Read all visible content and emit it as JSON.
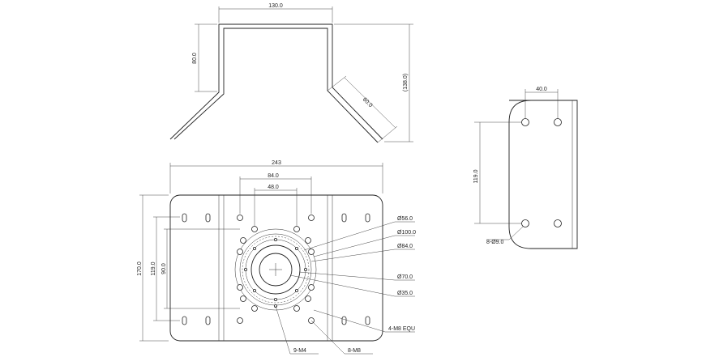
{
  "top_view": {
    "width_label": "130.0",
    "height_label": "80.0",
    "total_height_label": "(138.0)",
    "slant_label": "60.0"
  },
  "front_view": {
    "overall_width_label": "243",
    "inner_spacing_label": "84.0",
    "small_spacing_label": "48.0",
    "overall_height_label": "170.0",
    "mid_height_label": "119.0",
    "inner_height_label": "90.0",
    "callouts": {
      "d56": "Ø56.0",
      "d100": "Ø100.0",
      "d84": "Ø84.0",
      "d70": "Ø70.0",
      "d35": "Ø35.0",
      "m8_equ": "4-M8 EQU",
      "m4": "9-M4",
      "m8": "8-M8"
    }
  },
  "side_view": {
    "hole_spacing_label": "40.0",
    "height_label": "119.0",
    "hole_label": "8-Ø9.0"
  }
}
